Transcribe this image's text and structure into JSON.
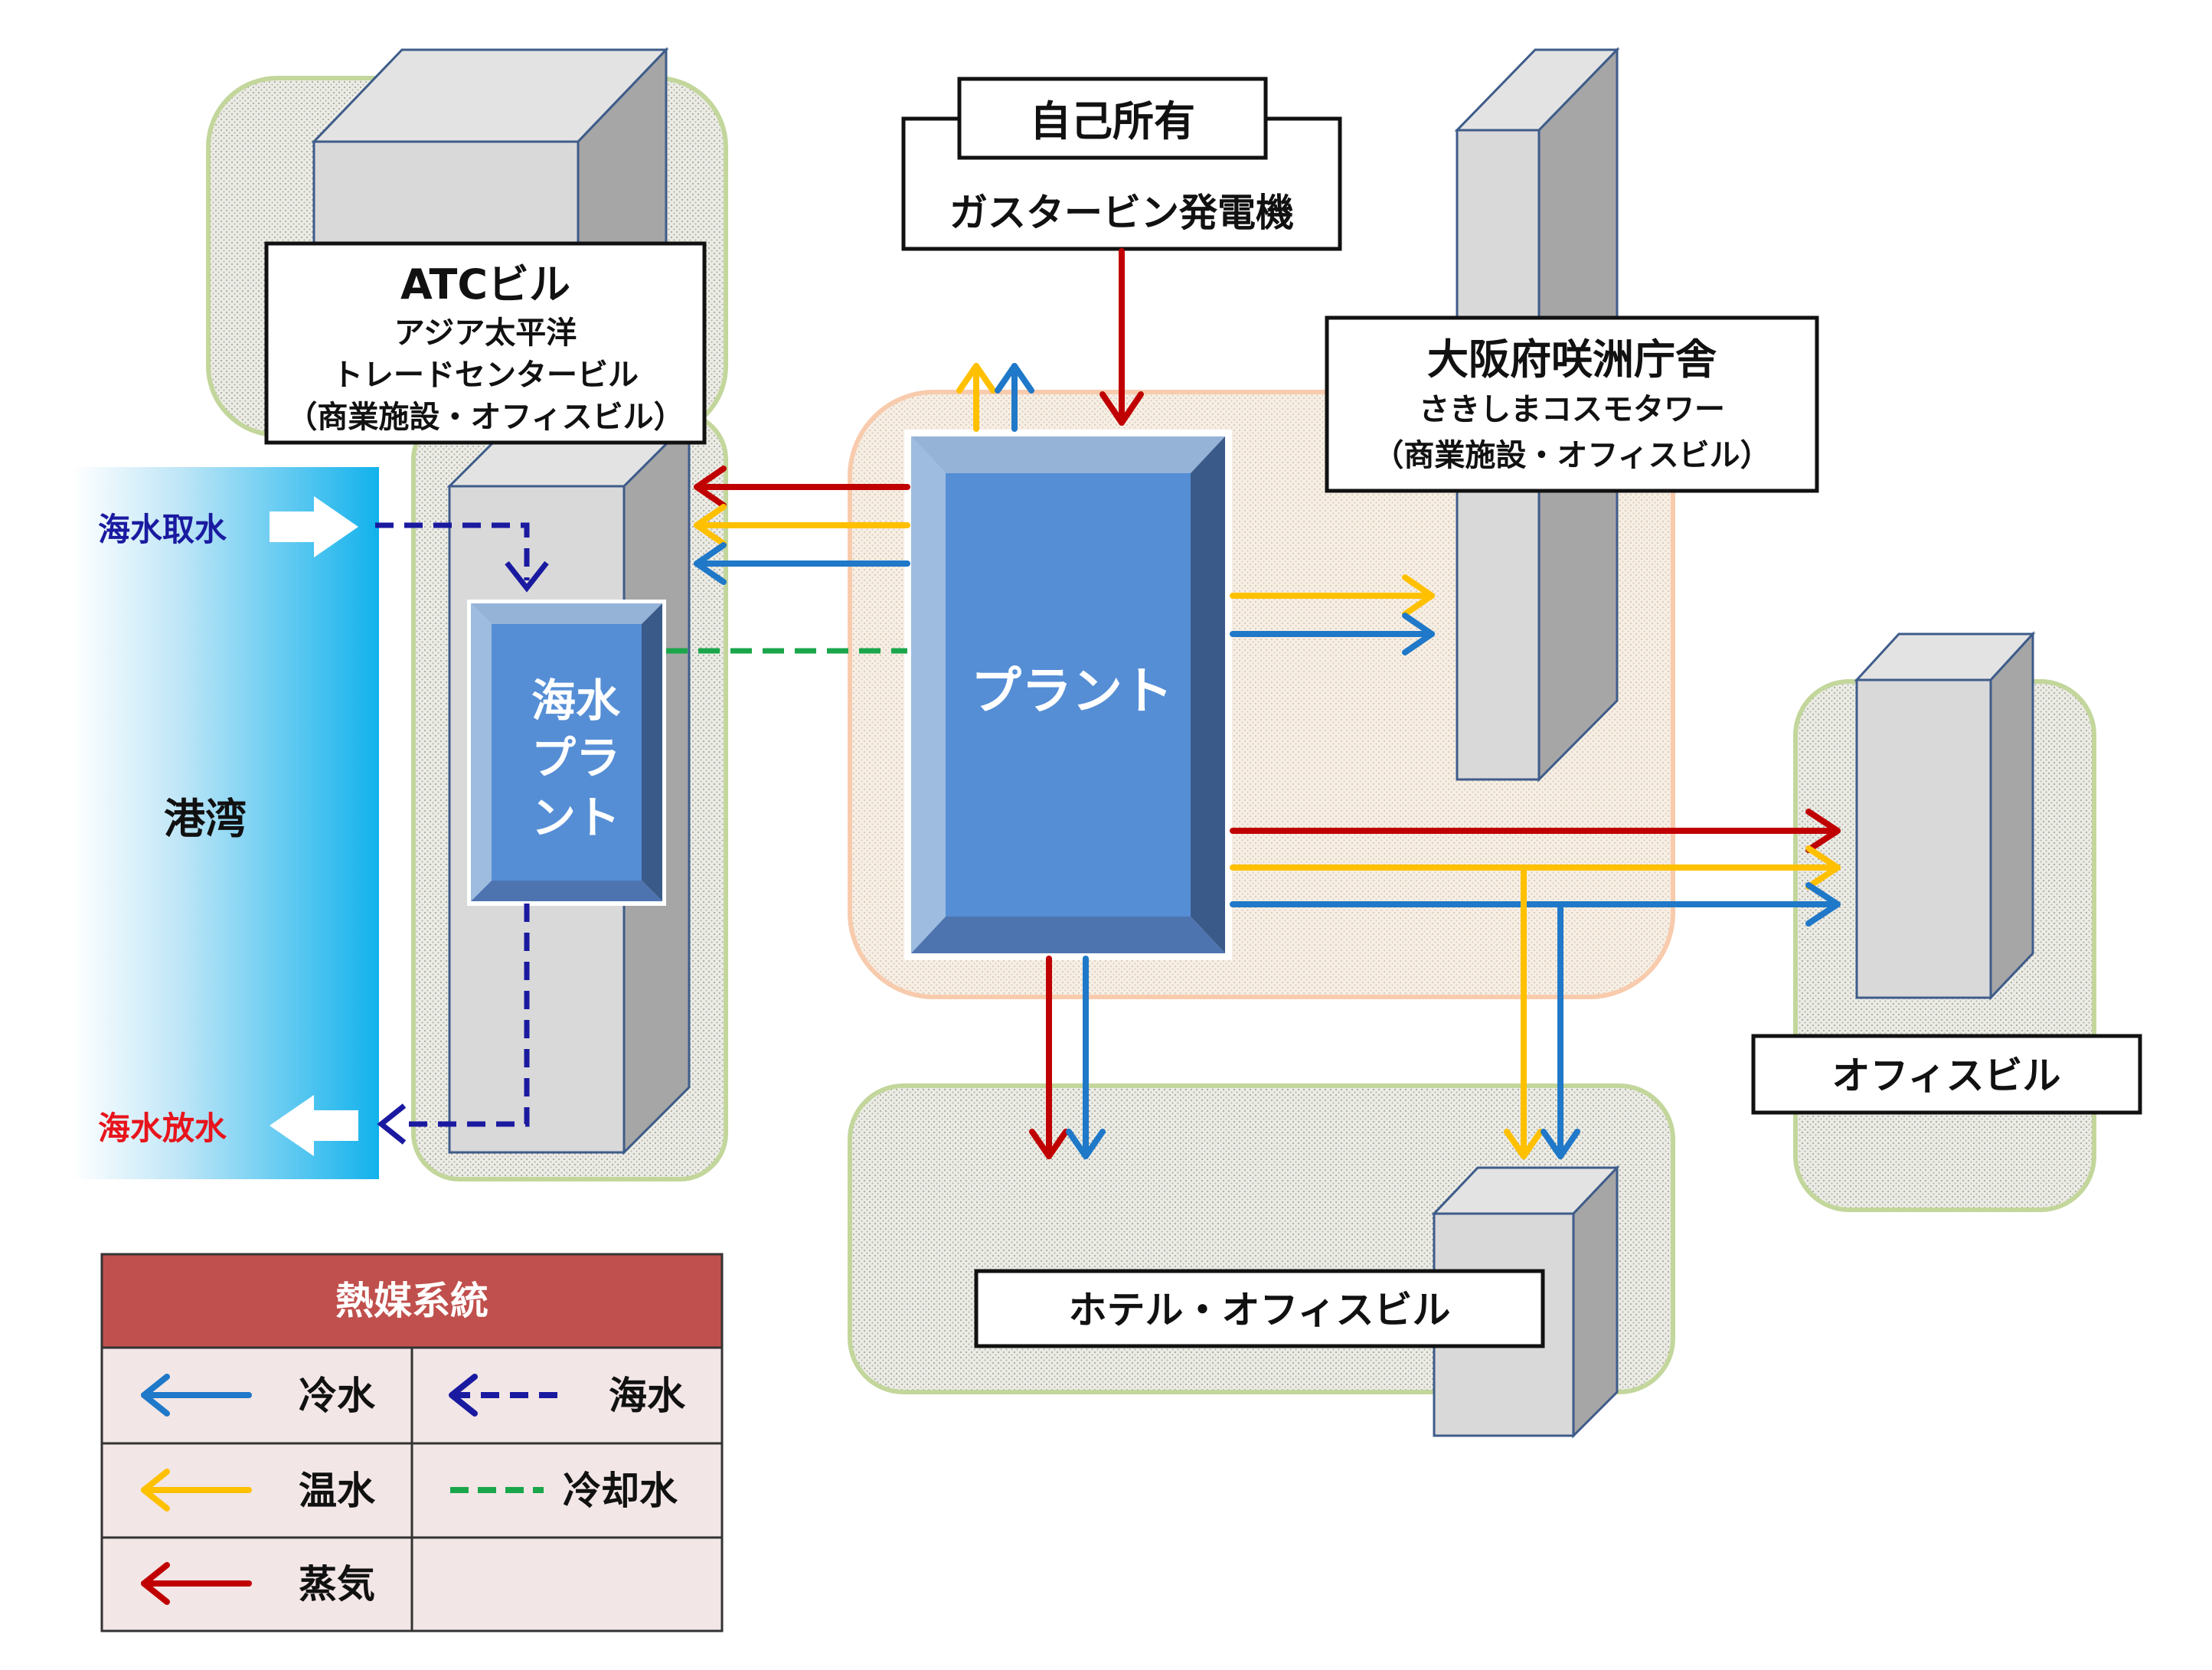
{
  "colors": {
    "steam": "#c00000",
    "hot_water": "#ffc000",
    "chilled_water": "#1f78c8",
    "sea_water": "#1a1aa0",
    "cooling_water": "#1aa64a",
    "intake_label": "#1a1aa0",
    "discharge_label": "#e8141c",
    "legend_header": "#c0504d",
    "legend_cell": "#f2e6e6",
    "plant_blue": "#558ed5"
  },
  "generator": {
    "title": "自己所有",
    "subtitle": "ガスタービン発電機"
  },
  "atc": {
    "name": "ATCビル",
    "line1": "アジア太平洋",
    "line2": "トレードセンタービル",
    "line3": "（商業施設・オフィスビル）"
  },
  "sakishima": {
    "name": "大阪府咲洲庁舎",
    "line1": "さきしまコスモタワー",
    "line2": "（商業施設・オフィスビル）"
  },
  "plant": {
    "label": "プラント"
  },
  "seawater_plant": {
    "line1": "海水",
    "line2": "プラ",
    "line3": "ント"
  },
  "harbor": {
    "label": "港湾",
    "intake": "海水取水",
    "discharge": "海水放水"
  },
  "office_building": {
    "label": "オフィスビル"
  },
  "hotel_building": {
    "label": "ホテル・オフィスビル"
  },
  "legend": {
    "title": "熱媒系統",
    "items": [
      {
        "label": "冷水",
        "icon": "arrow-left-solid"
      },
      {
        "label": "海水",
        "icon": "arrow-left-dashed"
      },
      {
        "label": "温水",
        "icon": "arrow-left-solid"
      },
      {
        "label": "冷却水",
        "icon": "dashed-line"
      },
      {
        "label": "蒸気",
        "icon": "arrow-left-solid"
      }
    ]
  }
}
